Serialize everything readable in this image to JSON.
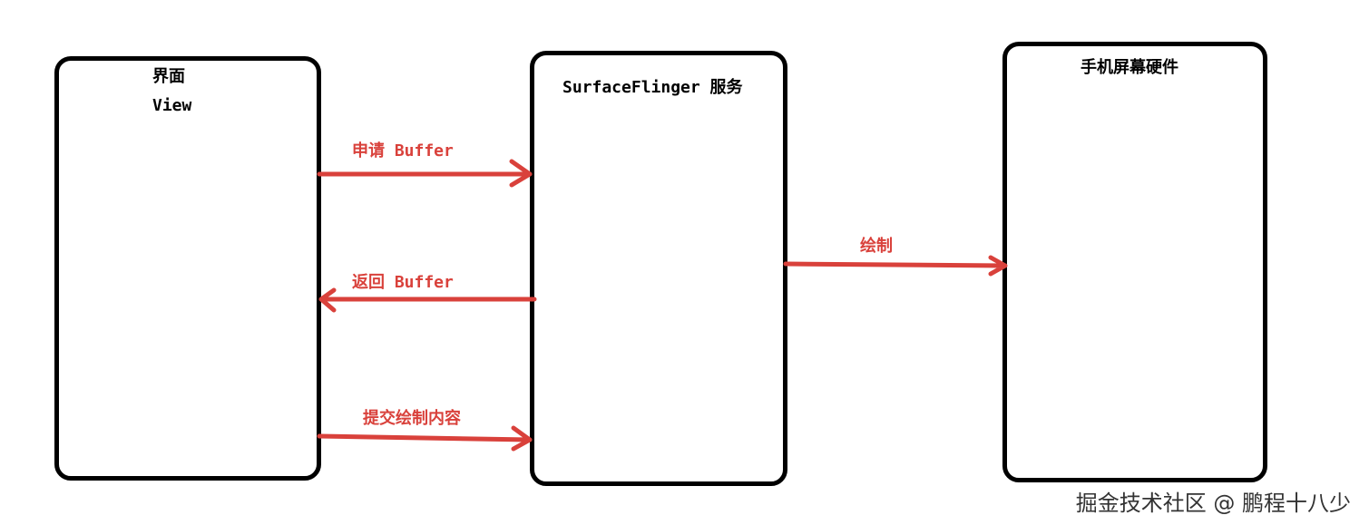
{
  "boxes": {
    "view": {
      "line1": "界面",
      "line2": "View"
    },
    "surfaceflinger": {
      "label": "SurfaceFlinger 服务"
    },
    "hardware": {
      "label": "手机屏幕硬件"
    }
  },
  "arrows": {
    "request_buffer": "申请 Buffer",
    "return_buffer": "返回 Buffer",
    "submit_content": "提交绘制内容",
    "draw": "绘制"
  },
  "colors": {
    "arrow": "#d9413b",
    "box_border": "#000000"
  },
  "watermark": "掘金技术社区 @ 鹏程十八少"
}
